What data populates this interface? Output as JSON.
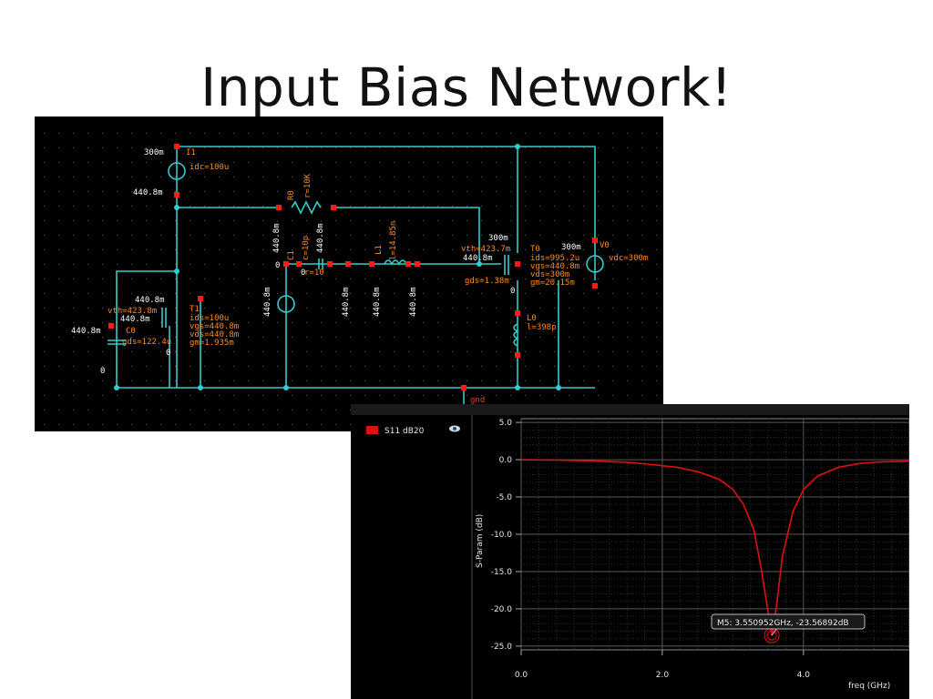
{
  "slide": {
    "title": "Input Bias Network!"
  },
  "colors": {
    "wire": "#33cccc",
    "label": "#ff8c1a",
    "node": "#ff1a1a",
    "trace": "#e01010",
    "background": "#000000"
  },
  "schematic": {
    "labels": [
      {
        "id": "lbl-300m-top",
        "text": "300m"
      },
      {
        "id": "lbl-i1",
        "text": "I1"
      },
      {
        "id": "lbl-idc",
        "text": "idc=100u"
      },
      {
        "id": "lbl-4408-a",
        "text": "440.8m"
      },
      {
        "id": "lbl-r0",
        "text": "R0"
      },
      {
        "id": "lbl-r",
        "text": "r=10K"
      },
      {
        "id": "lbl-4408-b",
        "text": "440.8m"
      },
      {
        "id": "lbl-4408-c",
        "text": "440.8m"
      },
      {
        "id": "lbl-c1",
        "text": "C1"
      },
      {
        "id": "lbl-c",
        "text": "c=10p"
      },
      {
        "id": "lbl-l1",
        "text": "L1"
      },
      {
        "id": "lbl-l",
        "text": "l=14.85n"
      },
      {
        "id": "lbl-4408-d",
        "text": "440.8m"
      },
      {
        "id": "lbl-4408-e",
        "text": "440.8m"
      },
      {
        "id": "lbl-4408-f",
        "text": "440.8m"
      },
      {
        "id": "lbl-4408-g",
        "text": "440.8m"
      },
      {
        "id": "lbl-zero-a",
        "text": "0"
      },
      {
        "id": "lbl-zero-b",
        "text": "0"
      },
      {
        "id": "lbl-rt10",
        "text": "r=10"
      },
      {
        "id": "lbl-300m-t0",
        "text": "300m"
      },
      {
        "id": "lbl-vth-t0",
        "text": "vth=423.7m"
      },
      {
        "id": "lbl-4408-t0",
        "text": "440.8m"
      },
      {
        "id": "lbl-gds-t0",
        "text": "gds=1.38m"
      },
      {
        "id": "lbl-zero-t0",
        "text": "0"
      },
      {
        "id": "lbl-t0",
        "text": "T0"
      },
      {
        "id": "lbl-ids-t0",
        "text": "ids=995.2u"
      },
      {
        "id": "lbl-vgs-t0",
        "text": "vgs=440.8m"
      },
      {
        "id": "lbl-vds-t0",
        "text": "vds=300m"
      },
      {
        "id": "lbl-gm-t0",
        "text": "gm=20.15m"
      },
      {
        "id": "lbl-300m-v0",
        "text": "300m"
      },
      {
        "id": "lbl-v0",
        "text": "V0"
      },
      {
        "id": "lbl-vdc",
        "text": "vdc=300m"
      },
      {
        "id": "lbl-l0",
        "text": "L0"
      },
      {
        "id": "lbl-l0val",
        "text": "l=398p"
      },
      {
        "id": "lbl-4408-t1a",
        "text": "440.8m"
      },
      {
        "id": "lbl-vth-t1",
        "text": "vth=423.8m"
      },
      {
        "id": "lbl-4408-t1b",
        "text": "440.8m"
      },
      {
        "id": "lbl-t1",
        "text": "T1"
      },
      {
        "id": "lbl-ids-t1",
        "text": "ids=100u"
      },
      {
        "id": "lbl-vgs-t1",
        "text": "vgs=440.8m"
      },
      {
        "id": "lbl-vds-t1",
        "text": "vds=440.8m"
      },
      {
        "id": "lbl-gm-t1",
        "text": "gm=1.935m"
      },
      {
        "id": "lbl-4408-left",
        "text": "440.8m"
      },
      {
        "id": "lbl-c0",
        "text": "C0"
      },
      {
        "id": "lbl-gds-t1",
        "text": "gds=122.4u"
      },
      {
        "id": "lbl-zero-t1",
        "text": "0"
      },
      {
        "id": "lbl-zero-left",
        "text": "0"
      },
      {
        "id": "lbl-gnd",
        "text": "gnd"
      }
    ]
  },
  "plot": {
    "legend": "S11 dB20",
    "marker": "M5: 3.550952GHz, -23.56892dB",
    "xlabel": "freq (GHz)",
    "ylabel": "S-Param (dB)",
    "xticks": [
      "0.0",
      "2.0",
      "4.0"
    ],
    "yticks": [
      "5.0",
      "0.0",
      "-5.0",
      "-10.0",
      "-15.0",
      "-20.0",
      "-25.0"
    ]
  },
  "chart_data": {
    "type": "line",
    "title": "",
    "xlabel": "freq (GHz)",
    "ylabel": "S-Param (dB)",
    "xlim": [
      0,
      5.5
    ],
    "ylim": [
      -25.5,
      5.5
    ],
    "grid": true,
    "legend": "top-left",
    "series": [
      {
        "name": "S11 dB20",
        "x": [
          0,
          0.5,
          1.0,
          1.5,
          1.8,
          2.2,
          2.5,
          2.8,
          3.0,
          3.15,
          3.3,
          3.4,
          3.5,
          3.55,
          3.62,
          3.7,
          3.85,
          4.0,
          4.2,
          4.5,
          4.8,
          5.1,
          5.5
        ],
        "y": [
          0,
          -0.05,
          -0.15,
          -0.35,
          -0.6,
          -1.0,
          -1.6,
          -2.6,
          -4.0,
          -6.0,
          -9.5,
          -14.5,
          -20.5,
          -23.57,
          -19.5,
          -13.0,
          -7.0,
          -4.0,
          -2.2,
          -1.0,
          -0.5,
          -0.3,
          -0.2
        ]
      }
    ],
    "annotations": [
      "M5: 3.550952GHz, -23.56892dB"
    ]
  }
}
